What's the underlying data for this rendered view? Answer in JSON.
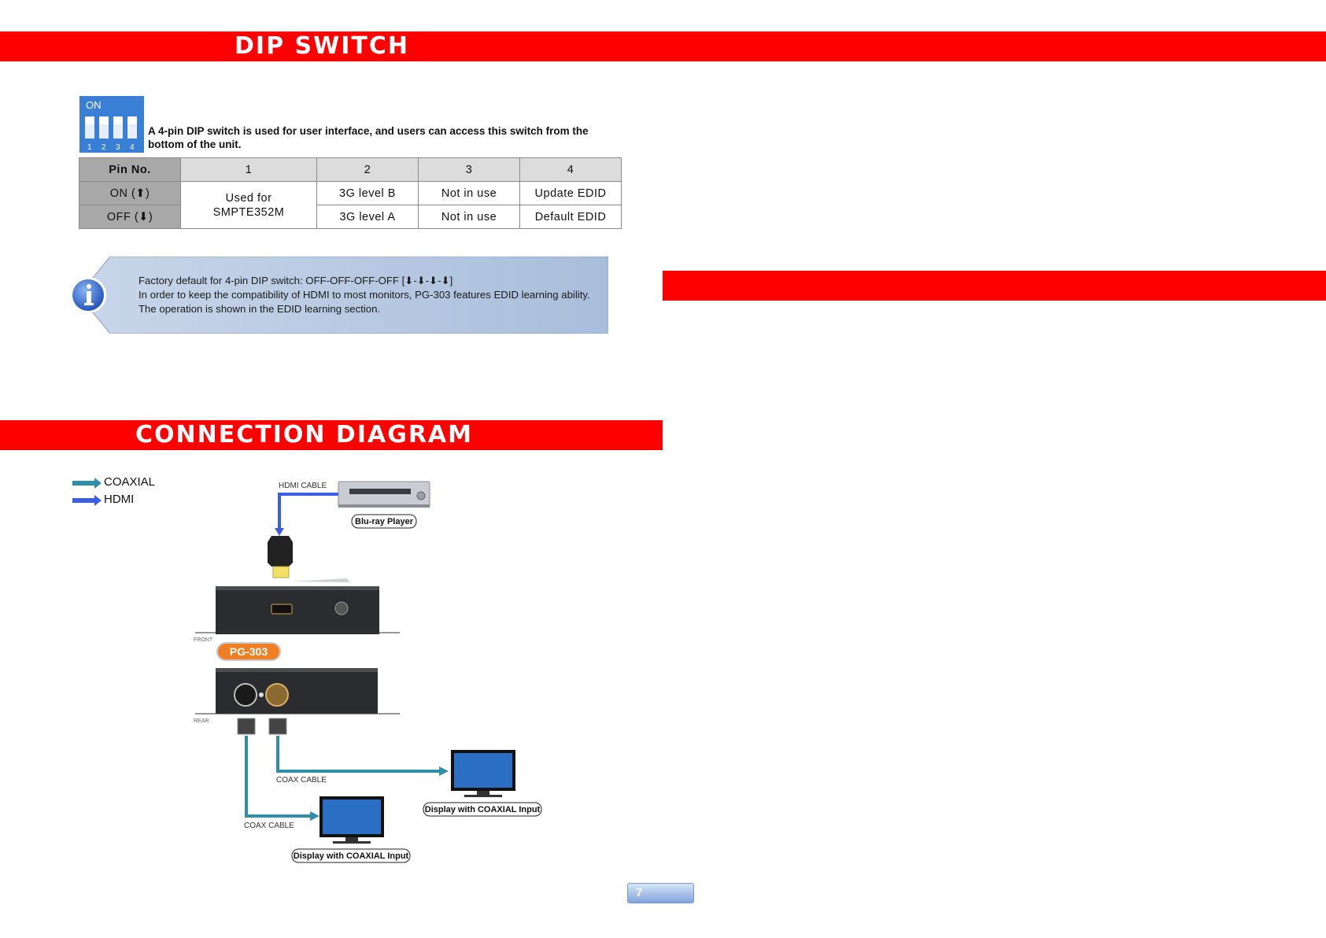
{
  "dip_section": {
    "title": "DIP SWITCH",
    "icon_labels": {
      "on": "ON",
      "n1": "1",
      "n2": "2",
      "n3": "3",
      "n4": "4"
    },
    "intro": "A 4-pin DIP switch is used for user interface, and users can access this switch from the bottom of the unit.",
    "table": {
      "header": [
        "Pin No.",
        "1",
        "2",
        "3",
        "4"
      ],
      "on_label": "ON (⬆)",
      "off_label": "OFF (⬇)",
      "pin1_merged": "Used for SMPTE352M",
      "on_values": [
        "3G level B",
        "Not in use",
        "Update EDID"
      ],
      "off_values": [
        "3G level A",
        "Not in use",
        "Default EDID"
      ]
    },
    "note": {
      "line1": "Factory default for 4-pin DIP switch: OFF-OFF-OFF-OFF [⬇-⬇-⬇-⬇]",
      "line2": "In order to keep the compatibility of HDMI to most monitors, PG-303 features EDID learning ability. The operation is shown in the EDID learning section."
    }
  },
  "connection_section": {
    "title": "CONNECTION DIAGRAM",
    "legend": {
      "coaxial": "COAXIAL",
      "hdmi": "HDMI"
    },
    "labels": {
      "hdmi_cable": "HDMI CABLE",
      "bluray": "Blu-ray Player",
      "front": "FRONT",
      "rear": "REAR",
      "model": "PG-303",
      "coax_cable_1": "COAX CABLE",
      "coax_cable_2": "COAX CABLE",
      "display_1": "Display with COAXIAL Input",
      "display_2": "Display with COAXIAL Input"
    }
  },
  "page_number": "7",
  "colors": {
    "banner": "#ff0000",
    "coaxial": "#2f8fa8",
    "hdmi": "#3a5ee8",
    "model_badge": "#f07f24"
  }
}
